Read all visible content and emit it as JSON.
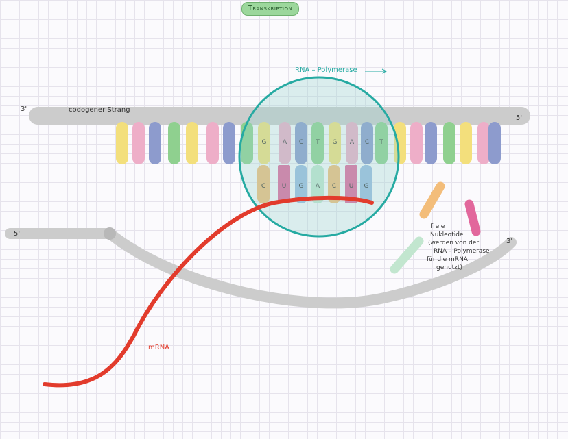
{
  "title": "Transkription",
  "labels": {
    "polymerase": "RNA – Polymerase",
    "codogen_strand": "codogener Strang",
    "prime3_top": "3'",
    "prime5_top": "5'",
    "prime5_bottom": "5'",
    "prime3_bottom": "3'",
    "mrna": "mRNA"
  },
  "dna_bases": [
    "G",
    "A",
    "C",
    "T",
    "G",
    "A",
    "C",
    "T"
  ],
  "rna_bases": [
    "C",
    "U",
    "G",
    "A",
    "C",
    "U",
    "G"
  ],
  "free_nucleotides_note": [
    "freie",
    "Nukleotide",
    "(werden von der",
    "RNA – Polymerase",
    "für die mRNA",
    "genutzt)"
  ],
  "colors": {
    "yellow": "#f3df7c",
    "pink": "#eeaec8",
    "blue": "#8d9bcd",
    "green": "#8fd08f",
    "orange": "#f3bd7a",
    "magenta": "#e2679c",
    "lightblue": "#9dbbe0",
    "mint": "#c2e6cf",
    "strand": "#cccccc",
    "mrna": "#e23b2c",
    "polymerase": "#26aaa2",
    "title_bg": "#9cd79c"
  }
}
